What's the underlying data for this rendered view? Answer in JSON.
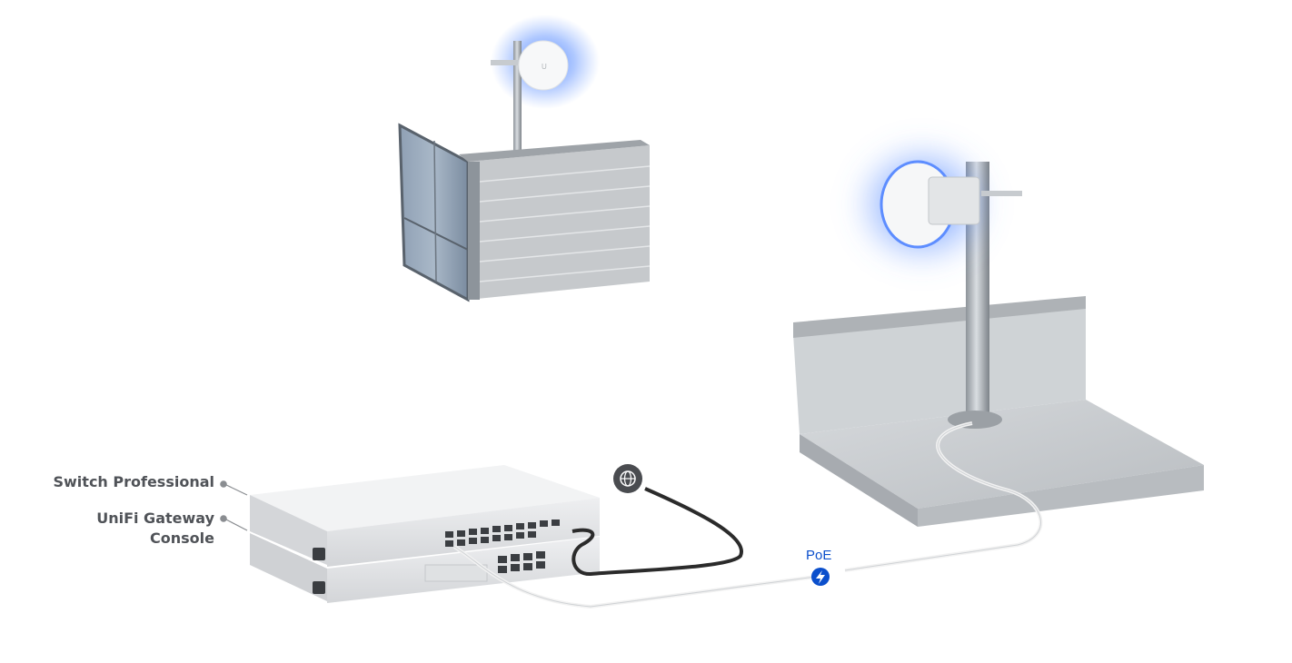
{
  "labels": {
    "switch": "Switch Professional",
    "console": "UniFi Gateway Console"
  },
  "poe": {
    "text": "PoE",
    "icon": "bolt-icon"
  },
  "internet": {
    "icon": "globe-icon"
  },
  "colors": {
    "accent_blue": "#0b4fcc",
    "glow_blue": "#3d7bff",
    "label_gray": "#505358",
    "cable_dark": "#2b2b2b",
    "cable_white": "#f2f2f2"
  }
}
